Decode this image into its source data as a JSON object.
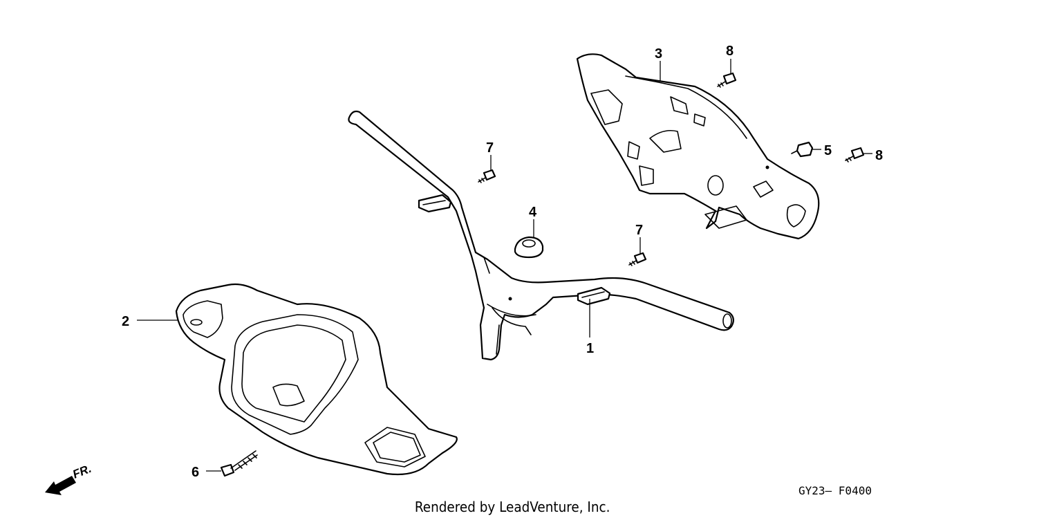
{
  "diagram": {
    "callouts": [
      {
        "id": "1",
        "label": "1"
      },
      {
        "id": "2",
        "label": "2"
      },
      {
        "id": "3",
        "label": "3"
      },
      {
        "id": "4",
        "label": "4"
      },
      {
        "id": "5",
        "label": "5"
      },
      {
        "id": "6",
        "label": "6"
      },
      {
        "id": "7a",
        "label": "7"
      },
      {
        "id": "7b",
        "label": "7"
      },
      {
        "id": "8a",
        "label": "8"
      },
      {
        "id": "8b",
        "label": "8"
      }
    ],
    "front_indicator": "FR.",
    "figure_code": "GY23— F0400",
    "credit": "Rendered by LeadVenture, Inc."
  }
}
